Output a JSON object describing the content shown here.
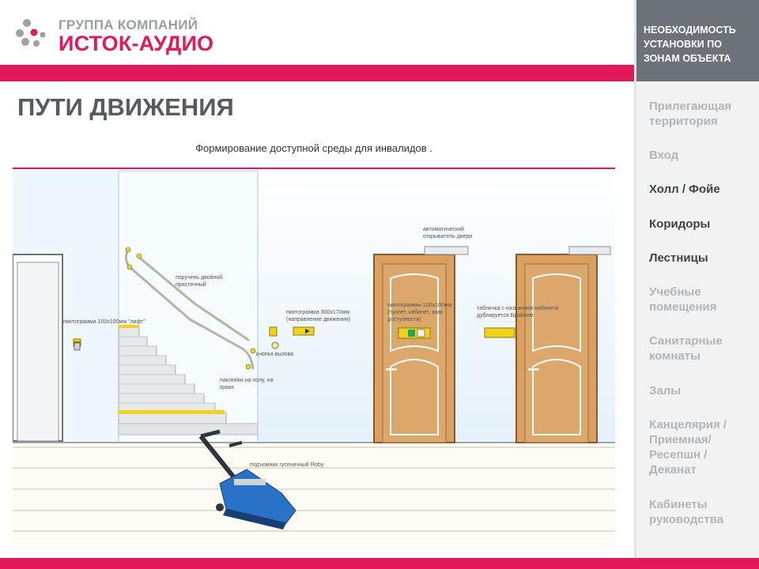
{
  "logo": {
    "line1": "ГРУППА КОМПАНИЙ",
    "line2": "ИСТОК-АУДИО"
  },
  "page_title": "ПУТИ ДВИЖЕНИЯ",
  "sidebar": {
    "header": "НЕОБХОДИМОСТЬ УСТАНОВКИ ПО ЗОНАМ ОБЪЕКТА",
    "items": [
      {
        "label": "Прилегающая территория",
        "active": false
      },
      {
        "label": "Вход",
        "active": false
      },
      {
        "label": "Холл / Фойе",
        "active": true
      },
      {
        "label": "Коридоры",
        "active": true
      },
      {
        "label": "Лестницы",
        "active": true
      },
      {
        "label": "Учебные помещения",
        "active": false
      },
      {
        "label": "Санитарные комнаты",
        "active": false
      },
      {
        "label": "Залы",
        "active": false
      },
      {
        "label": "Канцелярия / Приемная/ Ресепшн / Деканат",
        "active": false
      },
      {
        "label": "Кабинеты руководства",
        "active": false
      }
    ]
  },
  "illustration": {
    "caption": "Формирование доступной среды для инвалидов .",
    "notes": {
      "lift_sign": "пиктограмма 100х100мм \"лифт\"",
      "handrail": "поручень двойной пристенный",
      "call_button": "кнопка вызова",
      "stair_stickers": "наклейки на полу, на краях",
      "direction_pictogram": "пиктограмма 300х170мм (направление движения)",
      "door_pictograms": "пиктограммы 100х100мм (туалет, кабинет, знак доступности)",
      "door_opener": "автоматический открыватель двери",
      "cabinet_plate": "табличка с названием кабинета дублируется Брайлем",
      "crawler_lift": "подъемник гусеничный Roby"
    },
    "colors": {
      "door": "#d9a062",
      "sign": "#f0d21c",
      "lift": "#2a72c8",
      "wall": "#e9f4fb",
      "stair": "#e7e8ea"
    }
  }
}
